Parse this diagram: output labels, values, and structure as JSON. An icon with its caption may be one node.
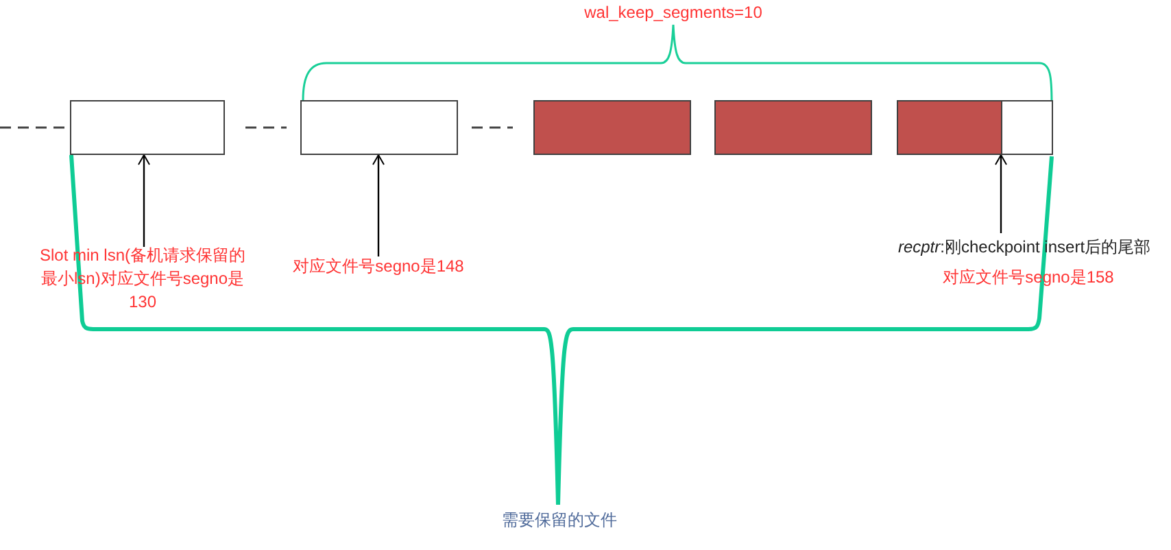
{
  "diagram": {
    "nodes": [
      {
        "text": [],
        "shape": "box"
      },
      {
        "text": [],
        "shape": "box"
      },
      {
        "text": [],
        "shape": "box"
      },
      {
        "text": [],
        "shape": "box"
      },
      {
        "text": [],
        "shape": "box"
      },
      {
        "text": [],
        "shape": "box"
      },
      {
        "text": [
          "Slot min lsn(备机请求保留的最小lsn)对应文件号segno是130"
        ]
      },
      {
        "text": [
          "对应文件号segno是148"
        ]
      },
      {
        "text": [
          "*recptr*:刚checkpoint insert后的尾部",
          "对应文件号segno是158"
        ]
      }
    ],
    "edges": [
      {
        "from": 6,
        "to": 0,
        "arrow": "to"
      },
      {
        "from": 7,
        "to": 1,
        "arrow": "to"
      },
      {
        "from": 8,
        "to": 4,
        "arrow": "to"
      }
    ],
    "labels": [
      "wal_keep_segments=10",
      "需要保留的文件"
    ]
  }
}
